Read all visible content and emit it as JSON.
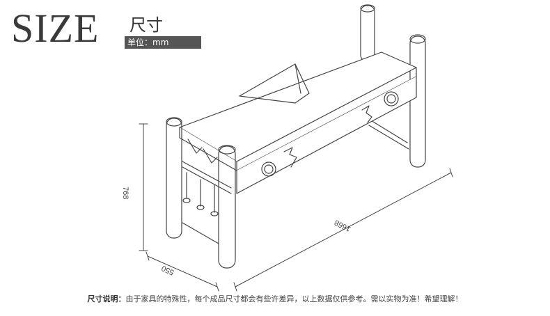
{
  "header": {
    "title_en": "SIZE",
    "title_cn": "尺寸",
    "unit_label": "单位：mm"
  },
  "dimensions": {
    "height": "768",
    "depth": "550",
    "length": "1668"
  },
  "footer": {
    "label": "尺寸说明：",
    "text": "由于家具的特殊性，每个成品尺寸都会有些许差异，以上数据仅供参考。需以实物为准！希望理解！"
  }
}
